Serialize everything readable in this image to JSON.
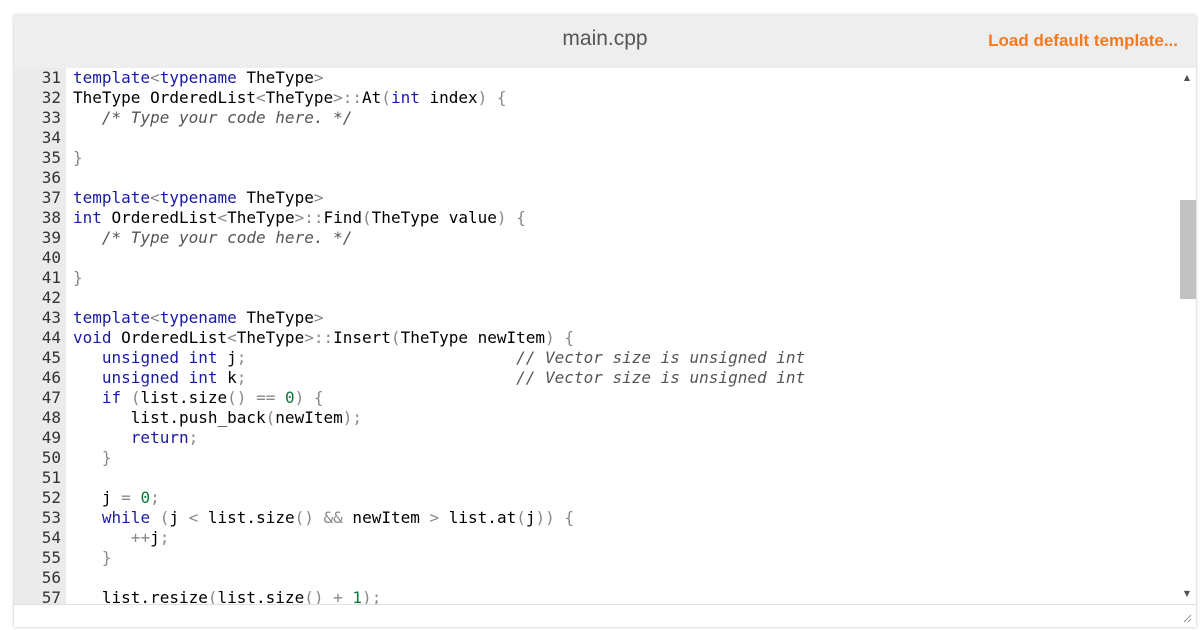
{
  "header": {
    "filename": "main.cpp",
    "load_default_label": "Load default template..."
  },
  "editor": {
    "lines": [
      {
        "number": "31",
        "text": "template<typename TheType>"
      },
      {
        "number": "32",
        "text": "TheType OrderedList<TheType>::At(int index) {"
      },
      {
        "number": "33",
        "text": "   /* Type your code here. */"
      },
      {
        "number": "34",
        "text": ""
      },
      {
        "number": "35",
        "text": "}"
      },
      {
        "number": "36",
        "text": ""
      },
      {
        "number": "37",
        "text": "template<typename TheType>"
      },
      {
        "number": "38",
        "text": "int OrderedList<TheType>::Find(TheType value) {"
      },
      {
        "number": "39",
        "text": "   /* Type your code here. */"
      },
      {
        "number": "40",
        "text": ""
      },
      {
        "number": "41",
        "text": "}"
      },
      {
        "number": "42",
        "text": ""
      },
      {
        "number": "43",
        "text": "template<typename TheType>"
      },
      {
        "number": "44",
        "text": "void OrderedList<TheType>::Insert(TheType newItem) {"
      },
      {
        "number": "45",
        "text": "   unsigned int j;                            // Vector size is unsigned int"
      },
      {
        "number": "46",
        "text": "   unsigned int k;                            // Vector size is unsigned int"
      },
      {
        "number": "47",
        "text": "   if (list.size() == 0) {"
      },
      {
        "number": "48",
        "text": "      list.push_back(newItem);"
      },
      {
        "number": "49",
        "text": "      return;"
      },
      {
        "number": "50",
        "text": "   }"
      },
      {
        "number": "51",
        "text": ""
      },
      {
        "number": "52",
        "text": "   j = 0;"
      },
      {
        "number": "53",
        "text": "   while (j < list.size() && newItem > list.at(j)) {"
      },
      {
        "number": "54",
        "text": "      ++j;"
      },
      {
        "number": "55",
        "text": "   }"
      },
      {
        "number": "56",
        "text": ""
      },
      {
        "number": "57",
        "text": "   list.resize(list.size() + 1);"
      }
    ]
  },
  "colors": {
    "accent": "#f47a1f",
    "header_bg": "#eeeeee",
    "gutter_bg": "#ebebeb",
    "keyword": "#1a1aa6",
    "comment": "#555555"
  },
  "icons": {
    "scroll_up": "triangle-up-icon",
    "scroll_down": "triangle-down-icon",
    "resize": "resize-grip-icon"
  }
}
